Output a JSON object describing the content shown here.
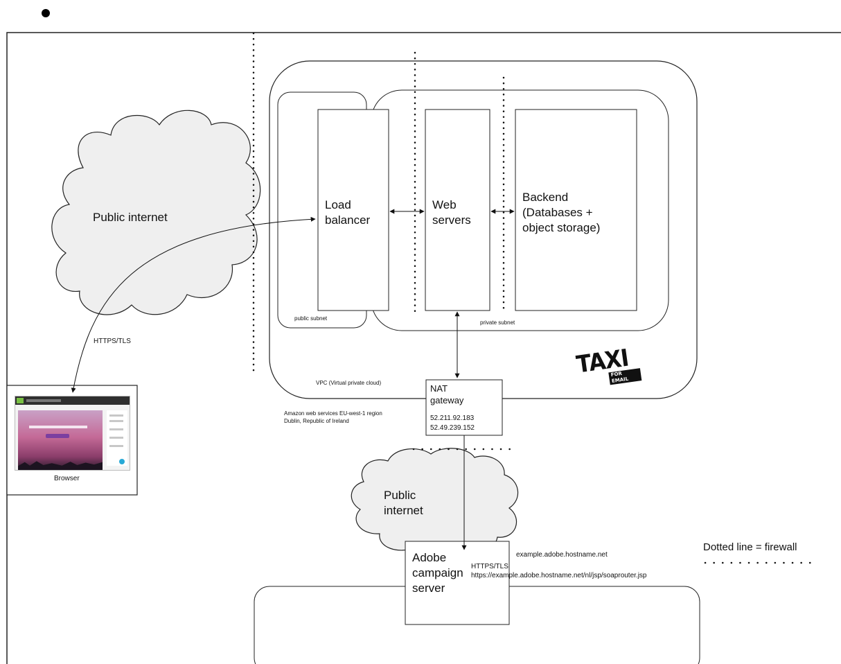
{
  "labels": {
    "public_internet_top": "Public internet",
    "load_balancer": [
      "Load",
      "balancer"
    ],
    "web_servers": [
      "Web",
      "servers"
    ],
    "backend": [
      "Backend",
      "(Databases +",
      "object storage)"
    ],
    "public_subnet": "public  subnet",
    "private_subnet": "private subnet",
    "https_tls_browser": "HTTPS/TLS",
    "browser": "Browser",
    "vpc": "VPC (Virtual private cloud)",
    "region": [
      "Amazon web services EU-west-1 region",
      "Dublin, Republic of Ireland"
    ],
    "nat_gateway": [
      "NAT",
      "gateway"
    ],
    "nat_ips": [
      "52.211.92.183",
      "52.49.239.152"
    ],
    "public_internet_bottom": [
      "Public",
      "internet"
    ],
    "https_tls_adobe": "HTTPS/TLS",
    "soap_url": "https://example.adobe.hostname.net/nl/jsp/soaprouter.jsp",
    "adobe_host": "example.adobe.hostname.net",
    "adobe_server": [
      "Adobe",
      "campaign",
      "server"
    ],
    "legend": "Dotted line = firewall",
    "logo": {
      "main": "TAXI",
      "sub": "FOR EMAIL"
    }
  },
  "colors": {
    "line": "#111111",
    "box": "#222222",
    "logo": "#111111"
  }
}
